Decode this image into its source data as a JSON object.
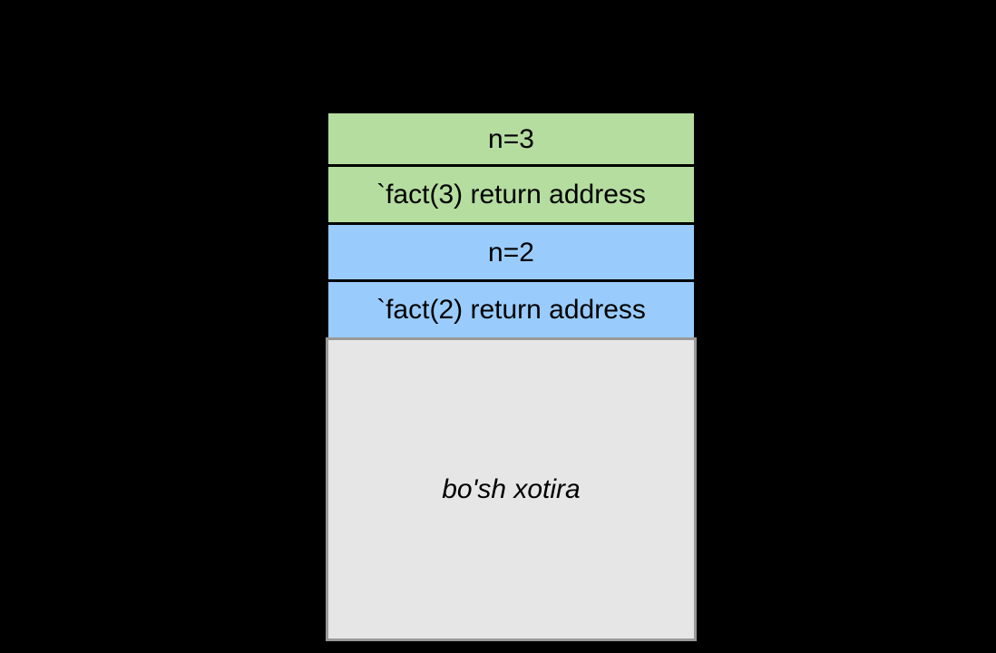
{
  "diagram": {
    "title": "call-stack-diagram",
    "background_color": "#000000",
    "colors": {
      "green_frame": "#b5dd9f",
      "blue_frame": "#99ccfd",
      "empty_memory": "#e6e6e6",
      "border": "#000000",
      "empty_border": "#999999",
      "text": "#000000"
    },
    "frames": [
      {
        "label": "n=3",
        "group": "fact(3)",
        "color": "#b5dd9f",
        "style": "normal"
      },
      {
        "label": "`fact(3) return address",
        "group": "fact(3)",
        "color": "#b5dd9f",
        "style": "normal"
      },
      {
        "label": "n=2",
        "group": "fact(2)",
        "color": "#99ccfd",
        "style": "normal"
      },
      {
        "label": "`fact(2) return address",
        "group": "fact(2)",
        "color": "#99ccfd",
        "style": "normal"
      },
      {
        "label": "bo'sh xotira",
        "group": "free-memory",
        "color": "#e6e6e6",
        "style": "italic"
      }
    ]
  }
}
